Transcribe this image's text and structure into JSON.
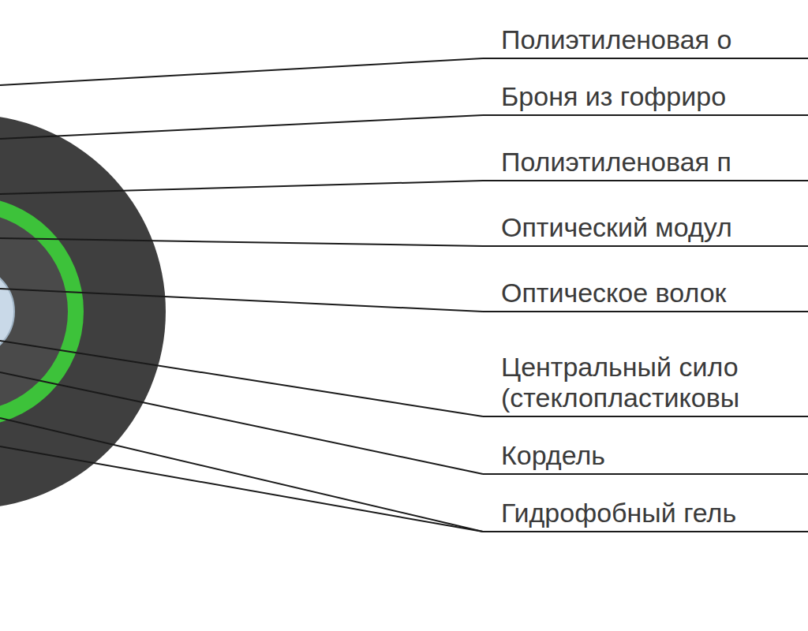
{
  "diagram": {
    "labels": [
      "Полиэтиленовая о",
      "Броня из гофриро",
      "Полиэтиленовая п",
      "Оптический модул",
      "Оптическое волок",
      "Центральный сило (стеклопластиковы",
      "Кордель",
      "Гидрофобный гель"
    ]
  }
}
